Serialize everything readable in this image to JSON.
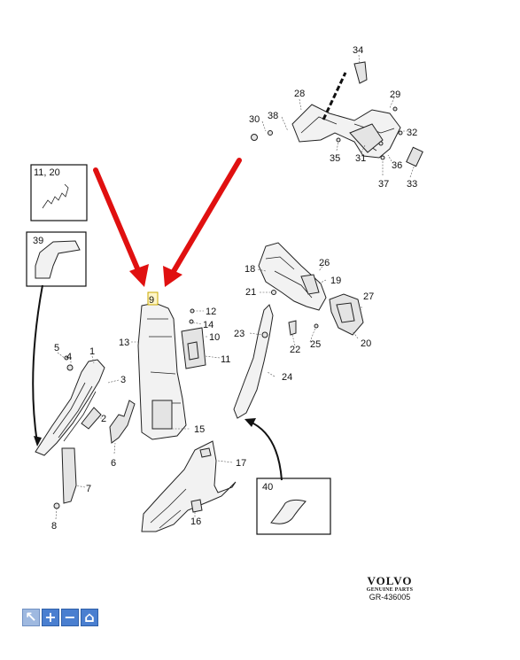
{
  "diagram": {
    "callouts": {
      "c1": "1",
      "c2": "2",
      "c3": "3",
      "c4": "4",
      "c5": "5",
      "c6": "6",
      "c7": "7",
      "c8": "8",
      "c9": "9",
      "c10": "10",
      "c11": "11",
      "c12": "12",
      "c13": "13",
      "c14": "14",
      "c15": "15",
      "c16": "16",
      "c17": "17",
      "c18": "18",
      "c19": "19",
      "c20": "20",
      "c21": "21",
      "c22": "22",
      "c23": "23",
      "c24": "24",
      "c25": "25",
      "c26": "26",
      "c27": "27",
      "c28": "28",
      "c29": "29",
      "c30": "30",
      "c31": "31",
      "c32": "32",
      "c33": "33",
      "c34": "34",
      "c35": "35",
      "c36": "36",
      "c37": "37",
      "c38": "38"
    },
    "inset_boxes": {
      "box_11_20": "11, 20",
      "box_39": "39",
      "box_40": "40"
    },
    "arrow_color": "#e01010"
  },
  "footer": {
    "brand": "VOLVO",
    "brand_sub": "GENUINE PARTS",
    "diagram_code": "GR-436005"
  },
  "toolbar": {
    "buttons": [
      {
        "name": "pointer-button",
        "icon": "cursor-icon",
        "glyph": "↖"
      },
      {
        "name": "zoom-in-button",
        "icon": "plus-icon",
        "glyph": "+"
      },
      {
        "name": "zoom-out-button",
        "icon": "minus-icon",
        "glyph": "−"
      },
      {
        "name": "home-button",
        "icon": "home-icon",
        "glyph": "⌂"
      }
    ]
  }
}
